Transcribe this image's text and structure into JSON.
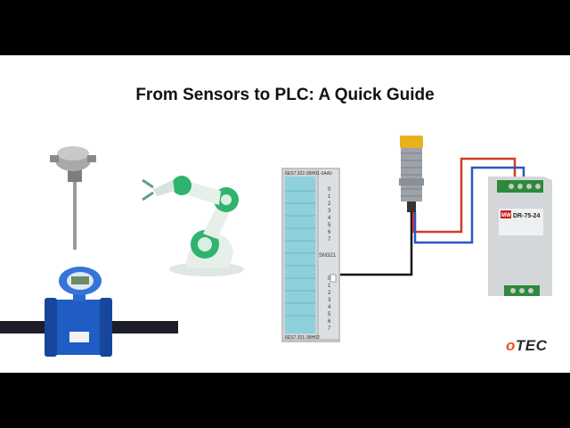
{
  "slide": {
    "title": "From Sensors to PLC: A Quick Guide",
    "logo": "OTEC"
  },
  "plc_module": {
    "top_label": "6ES7 322-1BH01-0AA0",
    "model_label": "SM321",
    "bottom_label": "6ES7 321-1BH02",
    "channel_numbers_top": [
      "0",
      "1",
      "2",
      "3",
      "4",
      "5",
      "6",
      "7"
    ],
    "channel_numbers_bottom": [
      "0",
      "1",
      "2",
      "3",
      "4",
      "5",
      "6",
      "7"
    ]
  },
  "power_supply": {
    "brand": "MW",
    "model": "DR-75-24"
  },
  "colors": {
    "wire_red": "#d23a2a",
    "wire_blue": "#2a56c6",
    "wire_black": "#111111",
    "flowmeter_blue": "#1f5cc4",
    "robot_green": "#2fb36e",
    "brand_orange": "#e8561f"
  }
}
